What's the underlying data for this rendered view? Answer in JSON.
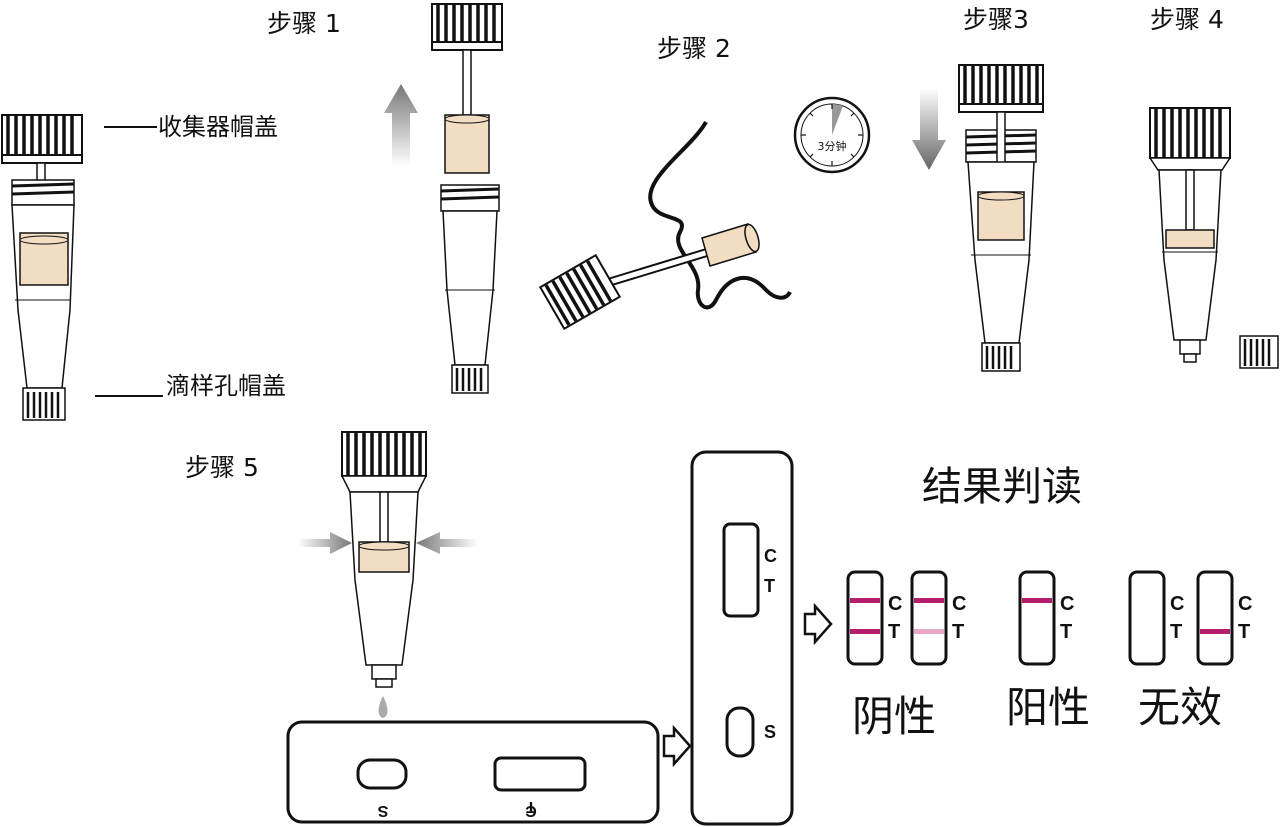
{
  "labels": {
    "step1": "步骤 1",
    "step2": "步骤 2",
    "step3": "步骤3",
    "step4": "步骤 4",
    "step5": "步骤 5",
    "collector_cap": "收集器帽盖",
    "dropper_cap": "滴样孔帽盖",
    "timer": "3分钟",
    "result_title": "结果判读",
    "negative": "阴性",
    "positive": "阳性",
    "invalid": "无效"
  },
  "cassette": {
    "c": "C",
    "t": "T",
    "s": "S"
  },
  "colors": {
    "line_strong": "#b51e6e",
    "line_faint": "#e8a9c6",
    "sponge": "#f2dcc2",
    "arrow_gray": "#888888"
  },
  "results": [
    {
      "group": "negative",
      "c_line": "strong",
      "t_line": "strong"
    },
    {
      "group": "negative",
      "c_line": "strong",
      "t_line": "faint"
    },
    {
      "group": "positive",
      "c_line": "strong",
      "t_line": "none"
    },
    {
      "group": "invalid",
      "c_line": "none",
      "t_line": "none"
    },
    {
      "group": "invalid",
      "c_line": "none",
      "t_line": "strong"
    }
  ]
}
